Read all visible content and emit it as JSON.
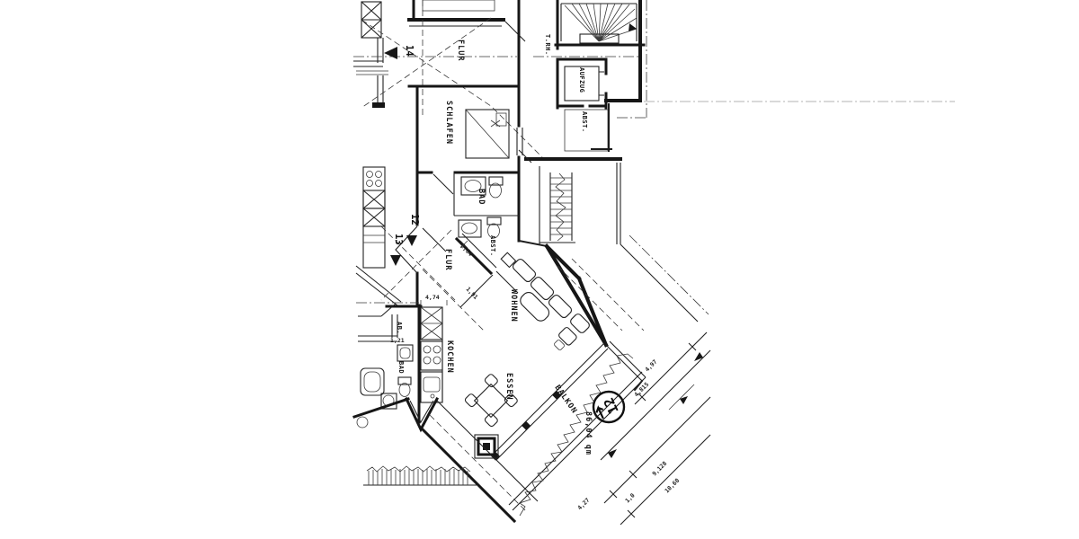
{
  "drawing": {
    "paper": "#ffffff",
    "ink": "#1c1c1c",
    "rooms": {
      "flur_top": "FLUR",
      "treppenhaus": "T.RH.",
      "aufzug": "AUFZUG",
      "abst_shaft": "ABST.",
      "schlafen": "SCHLAFEN",
      "bad_upper": "BAD",
      "abst_wc": "ABST.",
      "flur_lower": "FLUR",
      "wohnen": "WOHNEN",
      "kochen": "KOCHEN",
      "essen": "ESSEN",
      "balkon": "BALKON",
      "ab_neighbor": "AB.",
      "bad_neighbor": "BAD"
    },
    "units": {
      "unit_14": "14",
      "unit_12": "12",
      "unit_13": "13",
      "unit_badge": "12"
    },
    "area": {
      "value": "86,04 qm"
    },
    "dimensions": {
      "d_264": "2,64",
      "d_191": "1,91",
      "d_474": "4,74",
      "d_121": "1,21",
      "d_497": "4,97",
      "d_4815": "4,815",
      "d_9128": "9,128",
      "d_1060": "10,60",
      "d_427": "4,27",
      "d_10": "1,0"
    }
  }
}
